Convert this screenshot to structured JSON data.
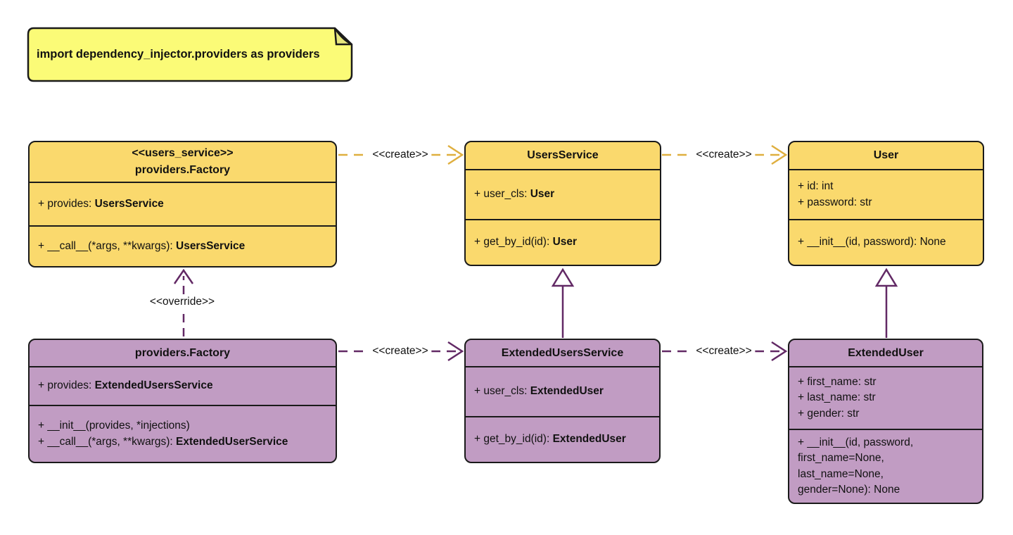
{
  "note": {
    "text": "import dependency_injector.providers as providers"
  },
  "colors": {
    "class_yellow": "#FAD96D",
    "class_purple": "#C19CC3",
    "note_yellow": "#FBFB77",
    "note_fold": "#E6E67E",
    "border_black": "#1A1A1A",
    "gold_line": "#DFAF3F",
    "purple_line": "#622965"
  },
  "classes": [
    {
      "id": "factory-users-service",
      "stereotype": "<<users_service>>",
      "name": "providers.Factory",
      "attributes": [
        {
          "text": "+ provides: ",
          "bold": "UsersService"
        }
      ],
      "methods": [
        {
          "text": "+ __call__(*args, **kwargs): ",
          "bold": "UsersService"
        }
      ]
    },
    {
      "id": "users-service",
      "stereotype": "",
      "name": "UsersService",
      "attributes": [
        {
          "text": "+ user_cls: ",
          "bold": "User"
        }
      ],
      "methods": [
        {
          "text": "+ get_by_id(id): ",
          "bold": "User"
        }
      ]
    },
    {
      "id": "user",
      "stereotype": "",
      "name": "User",
      "attributes": [
        {
          "text": "+ id: int",
          "bold": ""
        },
        {
          "text": "+ password: str",
          "bold": ""
        }
      ],
      "methods": [
        {
          "text": "+ __init__(id, password): None",
          "bold": ""
        }
      ]
    },
    {
      "id": "factory-extended",
      "stereotype": "",
      "name": "providers.Factory",
      "attributes": [
        {
          "text": "+ provides: ",
          "bold": "ExtendedUsersService"
        }
      ],
      "methods": [
        {
          "text": "+ __init__(provides, *injections)",
          "bold": ""
        },
        {
          "text": "+ __call__(*args, **kwargs): ",
          "bold": "ExtendedUserService"
        }
      ]
    },
    {
      "id": "extended-users-service",
      "stereotype": "",
      "name": "ExtendedUsersService",
      "attributes": [
        {
          "text": "+ user_cls: ",
          "bold": "ExtendedUser"
        }
      ],
      "methods": [
        {
          "text": "+ get_by_id(id): ",
          "bold": "ExtendedUser"
        }
      ]
    },
    {
      "id": "extended-user",
      "stereotype": "",
      "name": "ExtendedUser",
      "attributes": [
        {
          "text": "+ first_name: str",
          "bold": ""
        },
        {
          "text": "+ last_name: str",
          "bold": ""
        },
        {
          "text": "+ gender: str",
          "bold": ""
        }
      ],
      "methods": [
        {
          "text": "+ __init__(id, password, first_name=None, last_name=None, gender=None): None",
          "bold": ""
        }
      ]
    }
  ],
  "edges": [
    {
      "type": "create",
      "label": "<<create>>",
      "from": "factory-users-service",
      "to": "users-service",
      "color": "gold",
      "line": "dashed"
    },
    {
      "type": "create",
      "label": "<<create>>",
      "from": "users-service",
      "to": "user",
      "color": "gold",
      "line": "dashed"
    },
    {
      "type": "create",
      "label": "<<create>>",
      "from": "factory-extended",
      "to": "extended-users-service",
      "color": "purple",
      "line": "dashed"
    },
    {
      "type": "create",
      "label": "<<create>>",
      "from": "extended-users-service",
      "to": "extended-user",
      "color": "purple",
      "line": "dashed"
    },
    {
      "type": "override",
      "label": "<<override>>",
      "from": "factory-extended",
      "to": "factory-users-service",
      "color": "purple",
      "line": "dashed"
    },
    {
      "type": "inheritance",
      "label": "",
      "from": "extended-users-service",
      "to": "users-service",
      "color": "purple",
      "line": "solid"
    },
    {
      "type": "inheritance",
      "label": "",
      "from": "extended-user",
      "to": "user",
      "color": "purple",
      "line": "solid"
    }
  ]
}
